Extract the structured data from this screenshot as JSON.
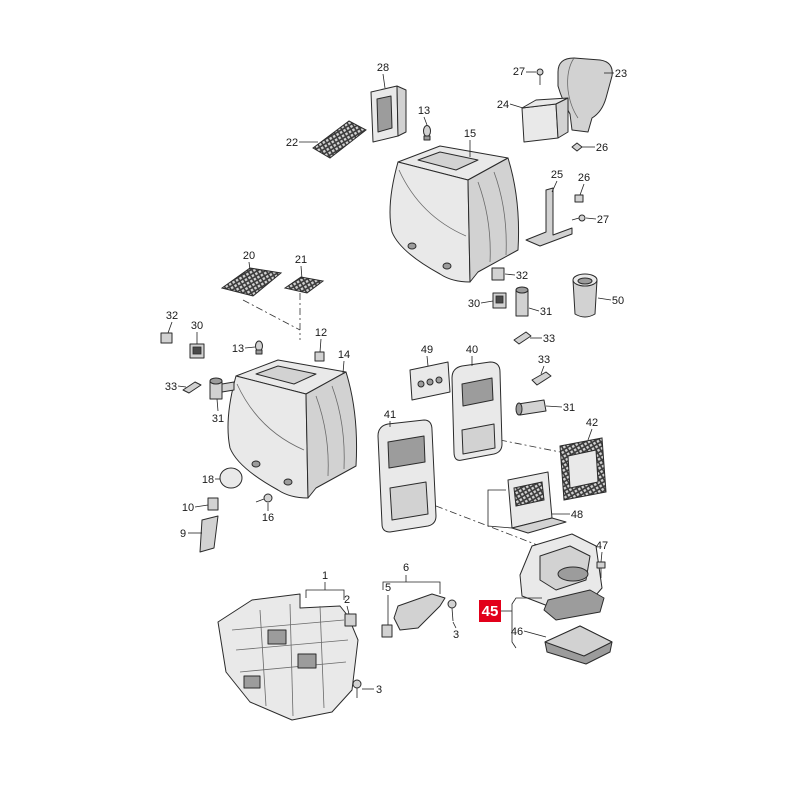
{
  "diagram": {
    "callouts": [
      "28",
      "13",
      "22",
      "15",
      "27",
      "23",
      "24",
      "26",
      "25",
      "26",
      "27",
      "32",
      "30",
      "31",
      "50",
      "33",
      "20",
      "21",
      "32",
      "30",
      "12",
      "13",
      "14",
      "33",
      "31",
      "49",
      "40",
      "33",
      "31",
      "41",
      "42",
      "18",
      "10",
      "16",
      "48",
      "9",
      "47",
      "1",
      "6",
      "5",
      "2",
      "45",
      "46",
      "3",
      "3"
    ],
    "highlight_fill": "#e2001a",
    "highlight_text_color": "#ffffff",
    "line_color": "#2b2b2b",
    "background": "#ffffff"
  }
}
